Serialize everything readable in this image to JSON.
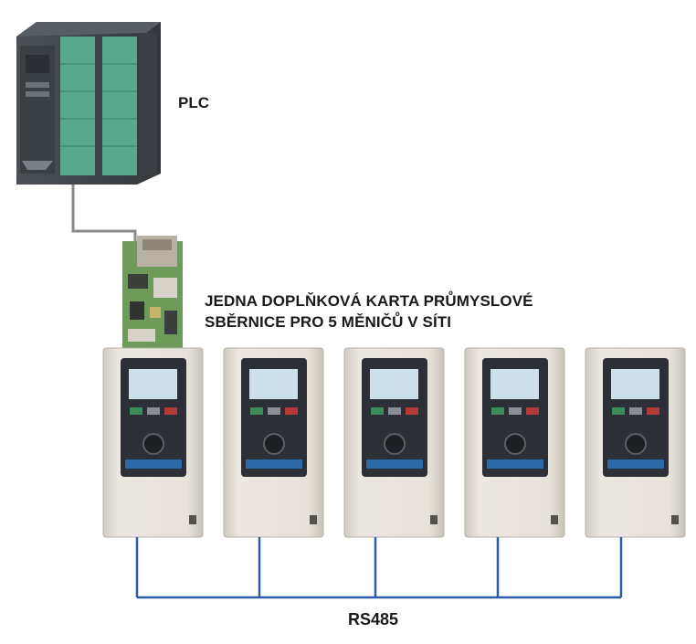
{
  "labels": {
    "plc": "PLC",
    "card_line1": "JEDNA DOPLŇKOVÁ KARTA PRŮMYSLOVÉ",
    "card_line2": "SBĚRNICE PRO 5 MĚNIČŮ V SÍTI",
    "bus": "RS485"
  },
  "drives": [
    {
      "id": 1
    },
    {
      "id": 2
    },
    {
      "id": 3
    },
    {
      "id": 4
    },
    {
      "id": 5
    }
  ],
  "colors": {
    "bus_line": "#2a5da8",
    "plc_cable": "#8a8a8a",
    "plc_body": "#3f4448",
    "plc_module": "#58a98e",
    "drive_body": "#e2ded6",
    "drive_panel": "#2c2f35",
    "drive_screen": "#cde0ea",
    "brand_strip": "#2c6aa8",
    "board_green": "#6e9a5a"
  }
}
